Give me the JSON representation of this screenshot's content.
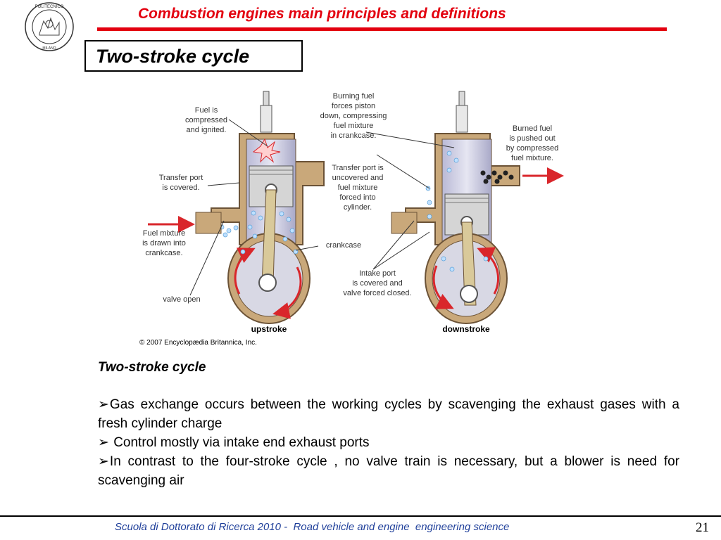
{
  "header": {
    "title": "Combustion engines main principles and definitions",
    "accent_color": "#e3000f"
  },
  "logo": {
    "icon": "politecnico-seal-icon",
    "ring_top_text": "POLITECNICO",
    "ring_bottom_text": "MILANO"
  },
  "section": {
    "title": "Two-stroke cycle"
  },
  "figure": {
    "left_engine": {
      "caption": "upstroke",
      "labels": [
        "Fuel is",
        "compressed",
        "and ignited.",
        "Transfer port",
        "is covered.",
        "Fuel mixture",
        "is drawn into",
        "crankcase.",
        "valve open",
        "crankcase"
      ]
    },
    "right_engine": {
      "caption": "downstroke",
      "labels": [
        "Burning fuel",
        "forces piston",
        "down, compressing",
        "fuel mixture",
        "in crankcase.",
        "Burned fuel",
        "is pushed out",
        "by compressed",
        "fuel mixture.",
        "Transfer port is",
        "uncovered and",
        "fuel mixture",
        "forced into",
        "cylinder.",
        "Intake port",
        "is covered and",
        "valve forced closed."
      ]
    },
    "copyright": "© 2007 Encyclopædia Britannica, Inc."
  },
  "body": {
    "subtitle": "Two-stroke cycle",
    "bullets": [
      "Gas exchange occurs between the working cycles by scavenging the exhaust gases with a fresh cylinder charge",
      " Control mostly via intake end exhaust ports",
      "In contrast to the four-stroke cycle , no valve train is necessary, but a blower is need for scavenging air"
    ]
  },
  "footer": {
    "text": "Scuola di Dottorato di Ricerca 2010 -  Road vehicle and engine  engineering science",
    "page_number": "21",
    "text_color": "#1f3f9a"
  }
}
